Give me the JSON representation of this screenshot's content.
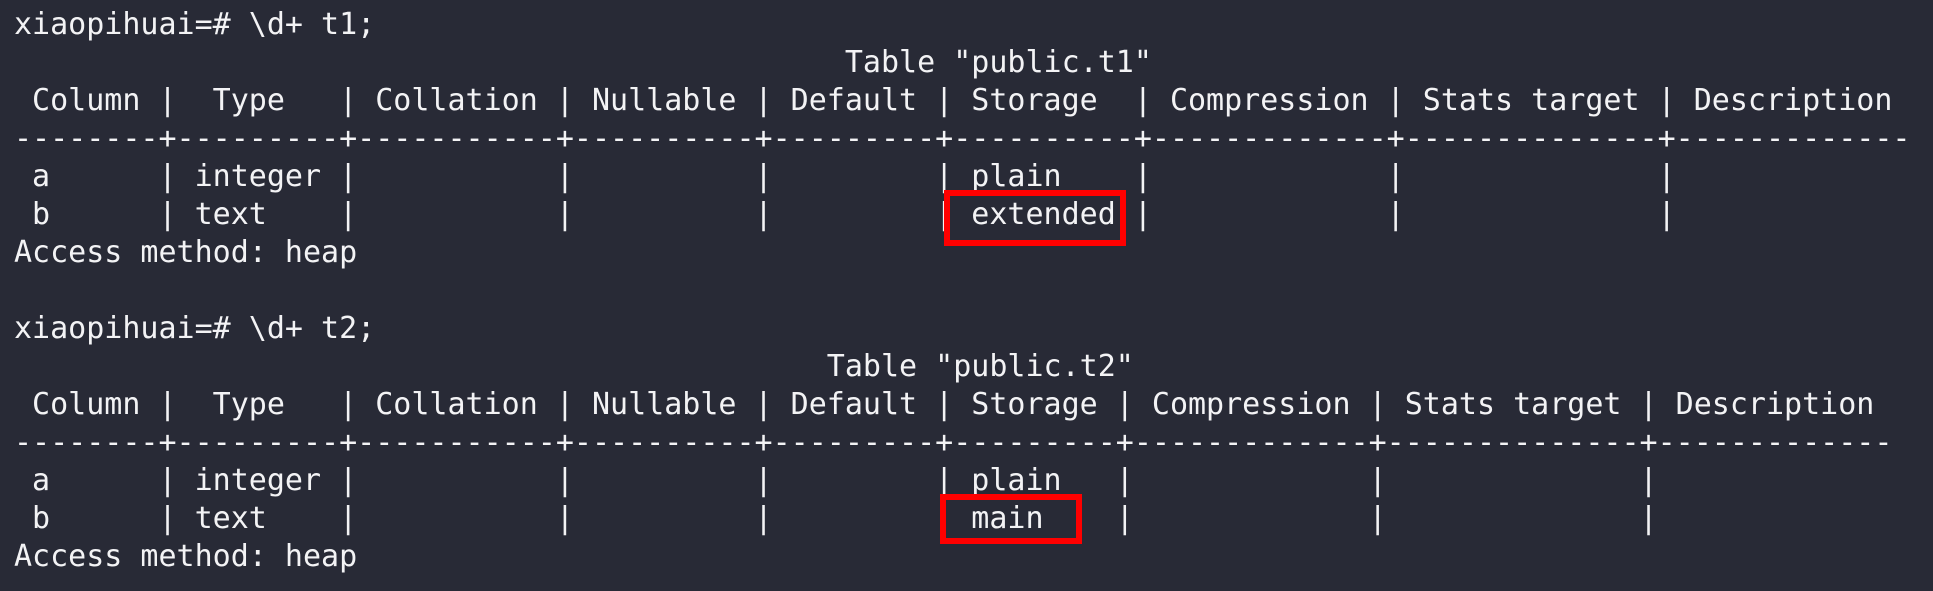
{
  "terminal": {
    "partial_top_line": "",
    "block1": {
      "prompt": "xiaopihuai=# \\d+ t1;",
      "title": "                                              Table \"public.t1\"",
      "header": " Column |  Type   | Collation | Nullable | Default | Storage  | Compression | Stats target | Description",
      "separator": "--------+---------+-----------+----------+---------+----------+-------------+--------------+-------------",
      "row_a": " a      | integer |           |          |         | plain    |             |              |",
      "row_b": " b      | text    |           |          |         | extended |             |              |",
      "access": "Access method: heap"
    },
    "block2": {
      "prompt": "xiaopihuai=# \\d+ t2;",
      "title": "                                             Table \"public.t2\"",
      "header": " Column |  Type   | Collation | Nullable | Default | Storage | Compression | Stats target | Description",
      "separator": "--------+---------+-----------+----------+---------+---------+-------------+--------------+-------------",
      "row_a": " a      | integer |           |          |         | plain   |             |              |",
      "row_b": " b      | text    |           |          |         | main    |             |              |",
      "access": "Access method: heap"
    },
    "highlight_color": "#ff0000",
    "text_color": "#f3f3f5",
    "background_color": "#282a36"
  }
}
